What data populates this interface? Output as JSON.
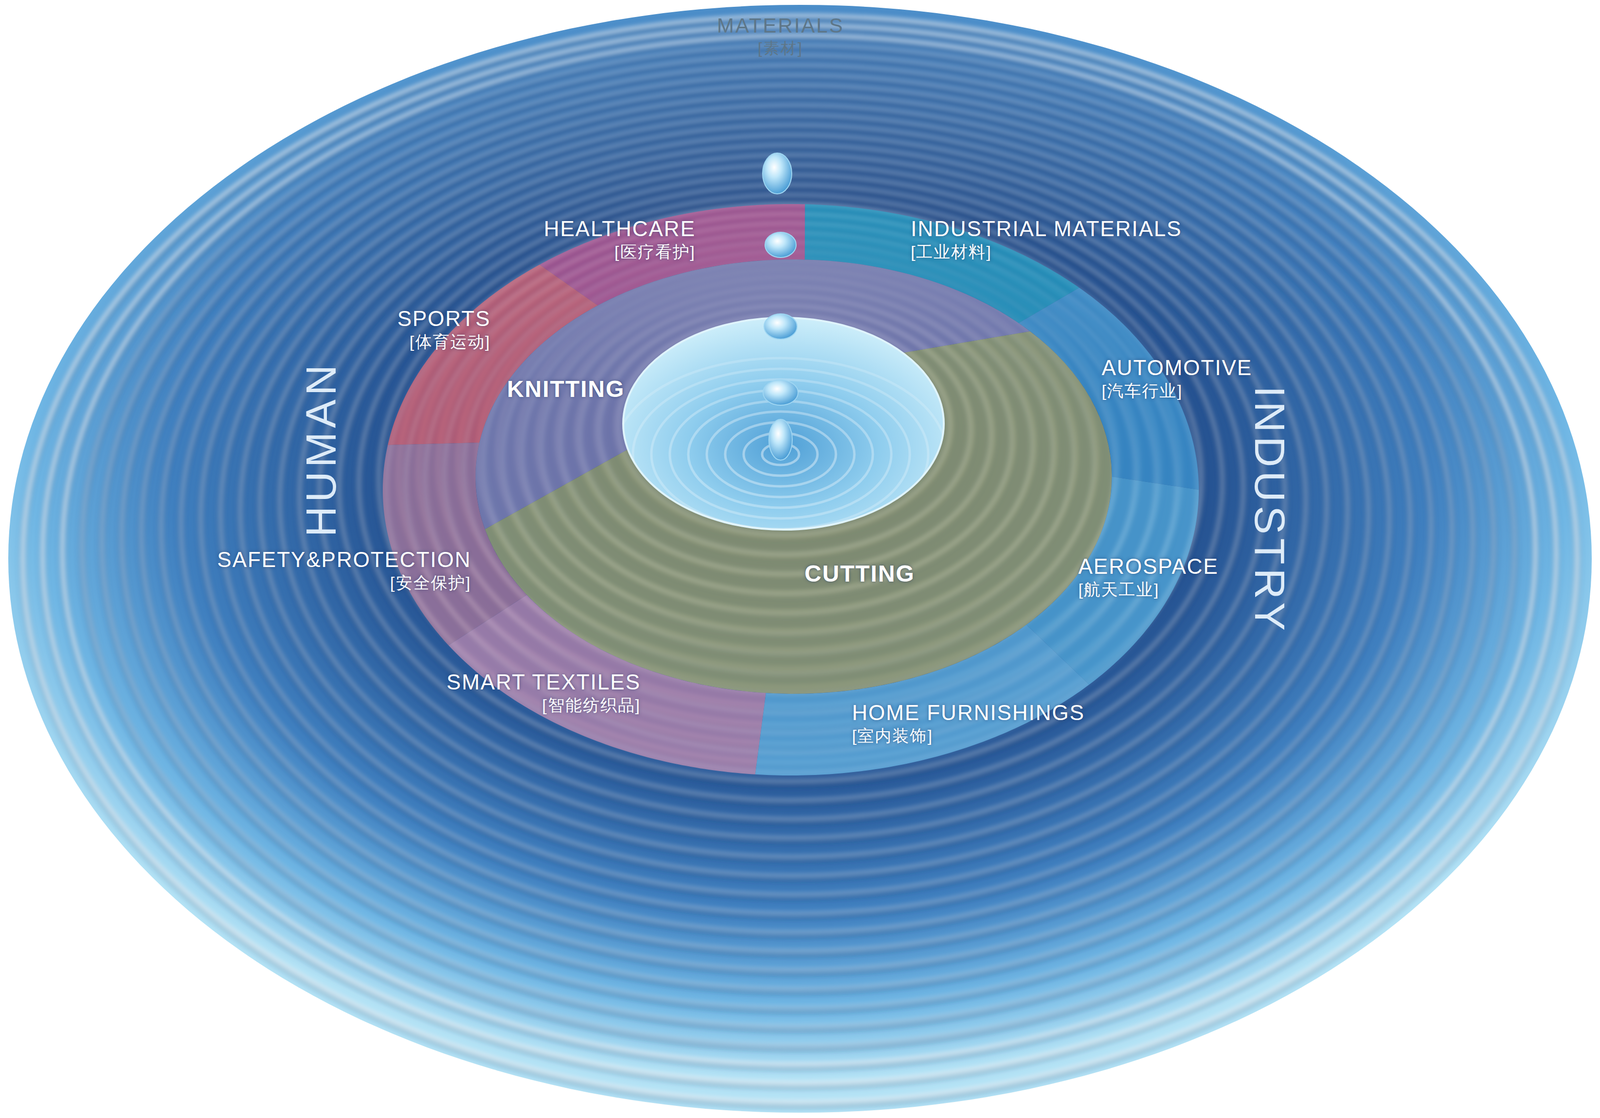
{
  "diagram": {
    "nodes": [
      {
        "text": [
          "HEALTHCARE",
          "[医疗看护]"
        ]
      },
      {
        "text": [
          "INDUSTRIAL MATERIALS",
          "[工业材料]"
        ]
      },
      {
        "text": [
          "SPORTS",
          "[体育运动]"
        ]
      },
      {
        "text": [
          "KNITTING"
        ]
      },
      {
        "text": [
          "AUTOMOTIVE",
          "[汽车行业]"
        ]
      },
      {
        "text": [
          "SAFETY&PROTECTION",
          "[安全保护]"
        ]
      },
      {
        "text": [
          "CUTTING"
        ]
      },
      {
        "text": [
          "AEROSPACE",
          "[航天工业]"
        ]
      },
      {
        "text": [
          "SMART TEXTILES",
          "[智能纺织品]"
        ]
      },
      {
        "text": [
          "HOME FURNISHINGS",
          "[室内装饰]"
        ]
      }
    ],
    "labels": [
      "MATERIALS",
      "[素材]",
      "HUMAN",
      "INDUSTRY"
    ]
  }
}
